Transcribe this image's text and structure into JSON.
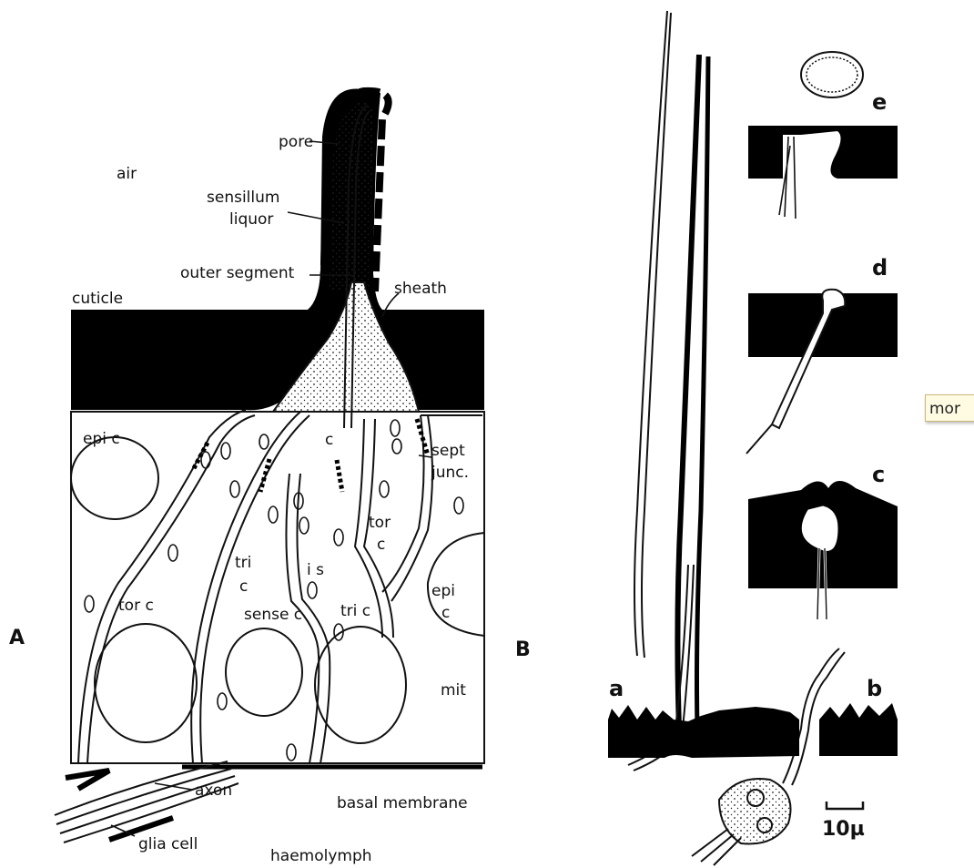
{
  "panels": {
    "A": {
      "letter": "A",
      "labels": {
        "air": "air",
        "pore": "pore",
        "sensillum": "sensillum",
        "liquor": "liquor",
        "outer_segment": "outer segment",
        "sheath": "sheath",
        "cuticle": "cuticle",
        "epi_c_left": "epi c",
        "sept": "sept",
        "junc": "junc.",
        "c": "c",
        "tor_c_right_1": "tor",
        "tor_c_right_2": "c",
        "tri_left_1": "tri",
        "tri_left_2": "c",
        "is": "i s",
        "tor_c_left": "tor c",
        "sense_c": "sense c",
        "tri_c": "tri c",
        "epi_right_1": "epi",
        "epi_right_2": "c",
        "mit": "mit",
        "axon": "axon",
        "basal_membrane": "basal membrane",
        "glia_cell": "glia cell",
        "haemolymph": "haemolymph"
      }
    },
    "B": {
      "letter": "B",
      "labels": {
        "a": "a",
        "b": "b",
        "c": "c",
        "d": "d",
        "e": "e",
        "scale": "10µ"
      }
    }
  },
  "tooltip": {
    "text": "mor"
  }
}
